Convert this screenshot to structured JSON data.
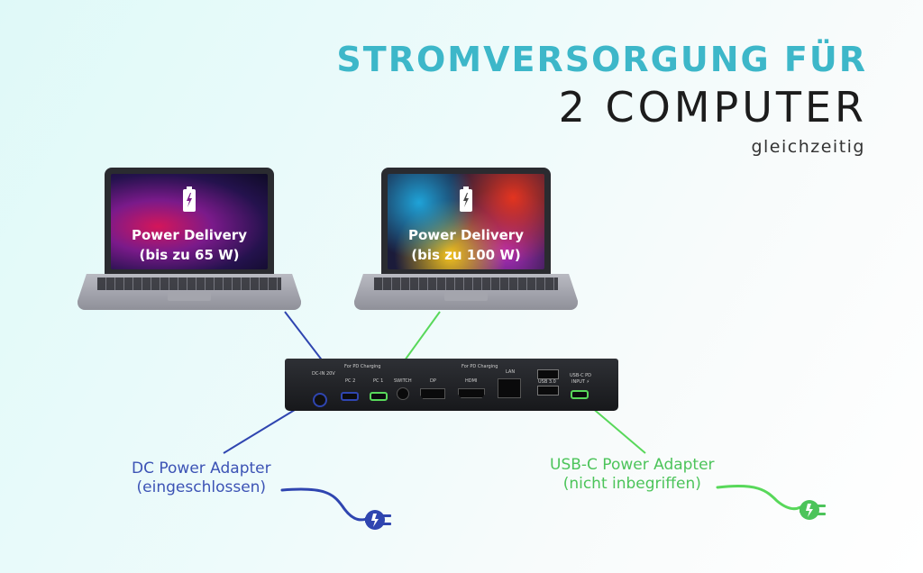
{
  "headline": {
    "line1": "STROMVERSORGUNG FÜR",
    "line2": "2 COMPUTER",
    "line3": "gleichzeitig"
  },
  "laptops": [
    {
      "line1": "Power Delivery",
      "line2": "(bis zu 65 W)",
      "icon": "battery-charging-icon"
    },
    {
      "line1": "Power Delivery",
      "line2": "(bis zu 100 W)",
      "icon": "battery-charging-icon"
    }
  ],
  "dock": {
    "ports": {
      "dc": "DC-IN 20V",
      "pc2": "PC 2",
      "pc1": "PC 1",
      "switch": "SWITCH",
      "dp": "DP",
      "hdmi": "HDMI",
      "lan": "LAN",
      "usb": "USB 3.0",
      "usbc_in_1": "USB-C PD",
      "usbc_in_2": "INPUT ⚡",
      "pd_charging_1": "For PD Charging",
      "pd_charging_2": "For PD Charging"
    }
  },
  "captions": {
    "left": {
      "line1": "DC Power Adapter",
      "line2": "(eingeschlossen)",
      "color": "#3c53b5"
    },
    "right": {
      "line1": "USB-C Power Adapter",
      "line2": "(nicht inbegriffen)",
      "color": "#4cc45a"
    }
  },
  "colors": {
    "accent": "#3db7c9",
    "blue": "#2f45b0",
    "green": "#58d85a"
  }
}
